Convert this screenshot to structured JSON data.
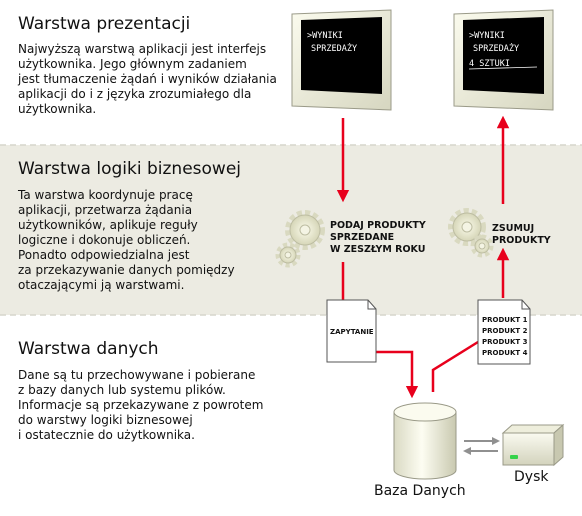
{
  "layers": [
    {
      "title": "Warstwa prezentacji",
      "description": "Najwyższą warstwą aplikacji jest interfejs\nużytkownika. Jego głównym zadaniem\njest tłumaczenie żądań i wyników działania\naplikacji do i z języka zrozumiałego dla\nużytkownika."
    },
    {
      "title": "Warstwa logiki biznesowej",
      "description": "Ta warstwa koordynuje pracę\naplikacji, przetwarza żądania\nużytkowników, aplikuje reguły\nlogiczne i dokonuje obliczeń.\nPonadto odpowiedzialna jest\nza przekazywanie danych pomiędzy\notaczającymi ją warstwami."
    },
    {
      "title": "Warstwa danych",
      "description": "Dane są tu przechowywane i pobierane\nz bazy danych lub systemu plików.\nInformacje są przekazywane z powrotem\ndo warstwy logiki biznesowej\ni ostatecznie do użytkownika."
    }
  ],
  "screens": {
    "left": {
      "line1": ">WYNIKI",
      "line2": "SPRZEDAŻY"
    },
    "right": {
      "line1": ">WYNIKI",
      "line2": "SPRZEDAŻY",
      "line3": "4 SZTUKI"
    }
  },
  "operations": {
    "left": "PODAJ PRODUKTY\nSPRZEDANE\nW ZESZŁYM ROKU",
    "right": "ZSUMUJ\nPRODUKTY"
  },
  "documents": {
    "query": "ZAPYTANIE",
    "products": [
      "PRODUKT 1",
      "PRODUKT 2",
      "PRODUKT 3",
      "PRODUKT 4"
    ]
  },
  "storage": {
    "database": "Baza Danych",
    "disk": "Dysk"
  },
  "colors": {
    "logic_band": "#ecebe2",
    "flow_arrow": "#e8001c",
    "sync_arrow": "#909090",
    "disk_led": "#35d24a"
  }
}
